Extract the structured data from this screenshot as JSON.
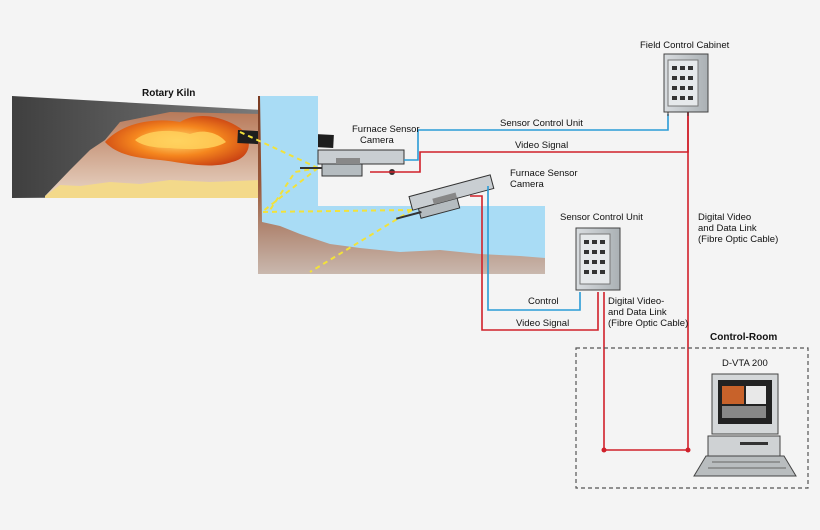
{
  "labels": {
    "rotary_kiln": "Rotary Kiln",
    "furnace_camera_1": [
      "Furnace Sensor",
      "Camera"
    ],
    "furnace_camera_2": [
      "Furnace Sensor",
      "Camera"
    ],
    "sensor_control_unit_line": "Sensor Control Unit",
    "video_signal_top": "Video Signal",
    "field_control_cabinet": "Field Control Cabinet",
    "sensor_control_unit_box": "Sensor Control Unit",
    "control": "Control",
    "video_signal_bottom": "Video Signal",
    "digital_link_left": [
      "Digital Video-",
      "and Data Link",
      "(Fibre Optic Cable)"
    ],
    "digital_link_right": [
      "Digital Video",
      "and Data Link",
      "(Fibre Optic Cable)"
    ],
    "control_room": "Control-Room",
    "dvta": "D-VTA 200"
  },
  "colors": {
    "video_line": "#d0202a",
    "control_line": "#2a9bd6",
    "water": "#a9dcf5",
    "kiln_dark": "#555555",
    "refractory": "#8b4a2e",
    "flame": "#f07a1a",
    "dashed_view": "#f2e23a"
  }
}
